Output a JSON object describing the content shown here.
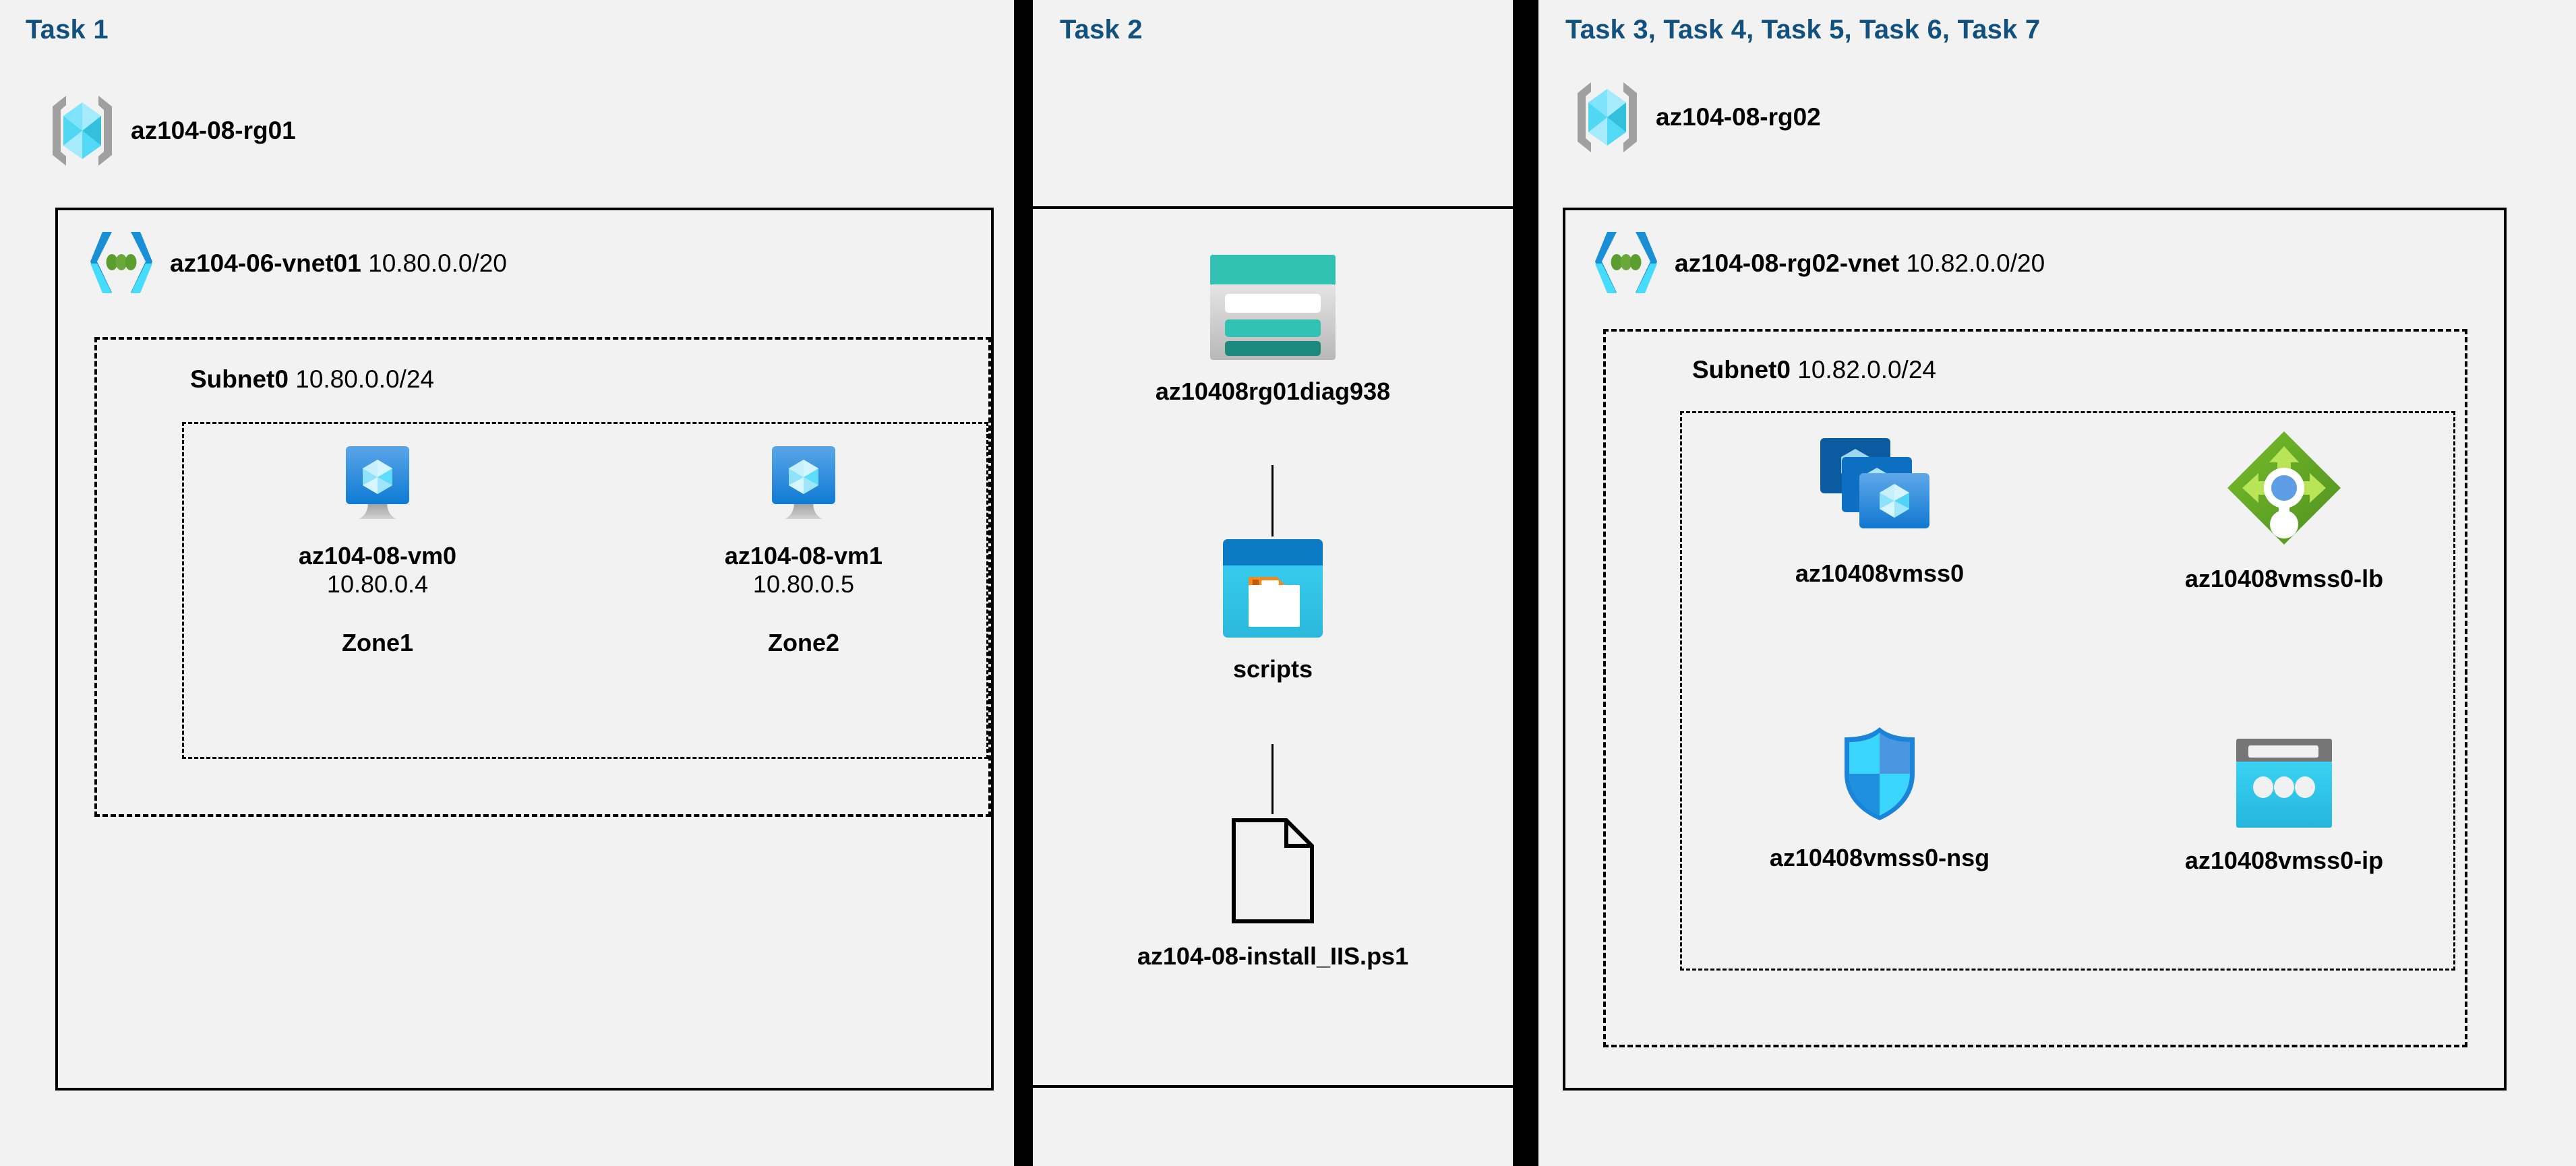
{
  "diagram": {
    "title": "Azure AZ-104-08 lab architecture",
    "background": "#f2f2f2",
    "accent_blue": "#12507e"
  },
  "panels": [
    {
      "id": "panel-1",
      "task_label": "Task 1",
      "resource_group": {
        "name": "az104-08-rg01",
        "icon": "resource-group-icon"
      },
      "vnet": {
        "name": "az104-06-vnet01",
        "cidr": "10.80.0.0/20",
        "icon": "virtual-network-icon"
      },
      "subnet": {
        "name": "Subnet0",
        "cidr": "10.80.0.0/24"
      },
      "vms": [
        {
          "icon": "virtual-machine-icon",
          "name": "az104-08-vm0",
          "ip": "10.80.0.4",
          "zone": "Zone1"
        },
        {
          "icon": "virtual-machine-icon",
          "name": "az104-08-vm1",
          "ip": "10.80.0.5",
          "zone": "Zone2"
        }
      ]
    },
    {
      "id": "panel-2",
      "task_label": "Task 2",
      "chain": [
        {
          "icon": "storage-account-icon",
          "name": "az10408rg01diag938"
        },
        {
          "icon": "blob-container-icon",
          "name": "scripts"
        },
        {
          "icon": "file-icon",
          "name": "az104-08-install_IIS.ps1"
        }
      ]
    },
    {
      "id": "panel-3",
      "task_label": "Task 3, Task 4, Task 5, Task 6, Task 7",
      "resource_group": {
        "name": "az104-08-rg02",
        "icon": "resource-group-icon"
      },
      "vnet": {
        "name": "az104-08-rg02-vnet",
        "cidr": "10.82.0.0/20",
        "icon": "virtual-network-icon"
      },
      "subnet": {
        "name": "Subnet0",
        "cidr": "10.82.0.0/24"
      },
      "resources": [
        {
          "icon": "vm-scale-set-icon",
          "name": "az10408vmss0"
        },
        {
          "icon": "load-balancer-icon",
          "name": "az10408vmss0-lb"
        },
        {
          "icon": "network-security-group-icon",
          "name": "az10408vmss0-nsg"
        },
        {
          "icon": "public-ip-address-icon",
          "name": "az10408vmss0-ip"
        }
      ]
    }
  ]
}
